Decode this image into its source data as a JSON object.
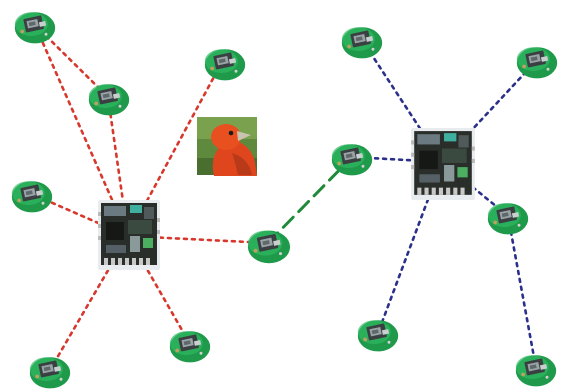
{
  "diagram": {
    "colors": {
      "background": "#ffffff",
      "left_cluster_links": "#d8372c",
      "right_cluster_links": "#2a2f8a",
      "bridge_link": "#1f8a3a",
      "node_green": "#21a050",
      "board_pcb": "#2a2e2a"
    },
    "gateways": [
      {
        "id": "left-gateway",
        "icon": "circuit-board-icon"
      },
      {
        "id": "right-gateway",
        "icon": "circuit-board-icon"
      }
    ],
    "nodes": [
      {
        "id": "node-top-left",
        "cluster": "left",
        "icon": "wireless-node-icon"
      },
      {
        "id": "node-upper-mid",
        "cluster": "left",
        "icon": "wireless-node-icon"
      },
      {
        "id": "node-top-center",
        "cluster": "left",
        "icon": "wireless-node-icon"
      },
      {
        "id": "node-mid-left",
        "cluster": "left",
        "icon": "wireless-node-icon"
      },
      {
        "id": "node-bridge-left",
        "cluster": "left",
        "icon": "wireless-node-icon"
      },
      {
        "id": "node-low-center",
        "cluster": "left",
        "icon": "wireless-node-icon"
      },
      {
        "id": "node-bottom-left",
        "cluster": "left",
        "icon": "wireless-node-icon"
      },
      {
        "id": "node-top-right-a",
        "cluster": "right",
        "icon": "wireless-node-icon"
      },
      {
        "id": "node-top-right-b",
        "cluster": "right",
        "icon": "wireless-node-icon"
      },
      {
        "id": "node-bridge-right",
        "cluster": "right",
        "icon": "wireless-node-icon"
      },
      {
        "id": "node-mid-right",
        "cluster": "right",
        "icon": "wireless-node-icon"
      },
      {
        "id": "node-low-right",
        "cluster": "right",
        "icon": "wireless-node-icon"
      },
      {
        "id": "node-bottom-right",
        "cluster": "right",
        "icon": "wireless-node-icon"
      }
    ],
    "links": [
      {
        "from": "left-gateway",
        "to": "node-top-left",
        "style": "dotted",
        "color": "left_cluster_links"
      },
      {
        "from": "left-gateway",
        "to": "node-upper-mid",
        "style": "dotted",
        "color": "left_cluster_links"
      },
      {
        "from": "left-gateway",
        "to": "node-top-center",
        "style": "dotted",
        "color": "left_cluster_links"
      },
      {
        "from": "left-gateway",
        "to": "node-mid-left",
        "style": "dotted",
        "color": "left_cluster_links"
      },
      {
        "from": "left-gateway",
        "to": "node-bridge-left",
        "style": "dotted",
        "color": "left_cluster_links"
      },
      {
        "from": "left-gateway",
        "to": "node-low-center",
        "style": "dotted",
        "color": "left_cluster_links"
      },
      {
        "from": "left-gateway",
        "to": "node-bottom-left",
        "style": "dotted",
        "color": "left_cluster_links"
      },
      {
        "from": "node-bridge-left",
        "to": "node-bridge-right",
        "style": "dashed",
        "color": "bridge_link"
      },
      {
        "from": "right-gateway",
        "to": "node-bridge-right",
        "style": "dotted",
        "color": "right_cluster_links"
      },
      {
        "from": "right-gateway",
        "to": "node-top-right-a",
        "style": "dotted",
        "color": "right_cluster_links"
      },
      {
        "from": "right-gateway",
        "to": "node-top-right-b",
        "style": "dotted",
        "color": "right_cluster_links"
      },
      {
        "from": "right-gateway",
        "to": "node-mid-right",
        "style": "dotted",
        "color": "right_cluster_links"
      },
      {
        "from": "right-gateway",
        "to": "node-low-right",
        "style": "dotted",
        "color": "right_cluster_links"
      },
      {
        "from": "node-mid-right",
        "to": "node-bottom-right",
        "style": "dotted",
        "color": "right_cluster_links"
      }
    ],
    "photo": {
      "icon": "red-bird-photo-icon"
    }
  }
}
